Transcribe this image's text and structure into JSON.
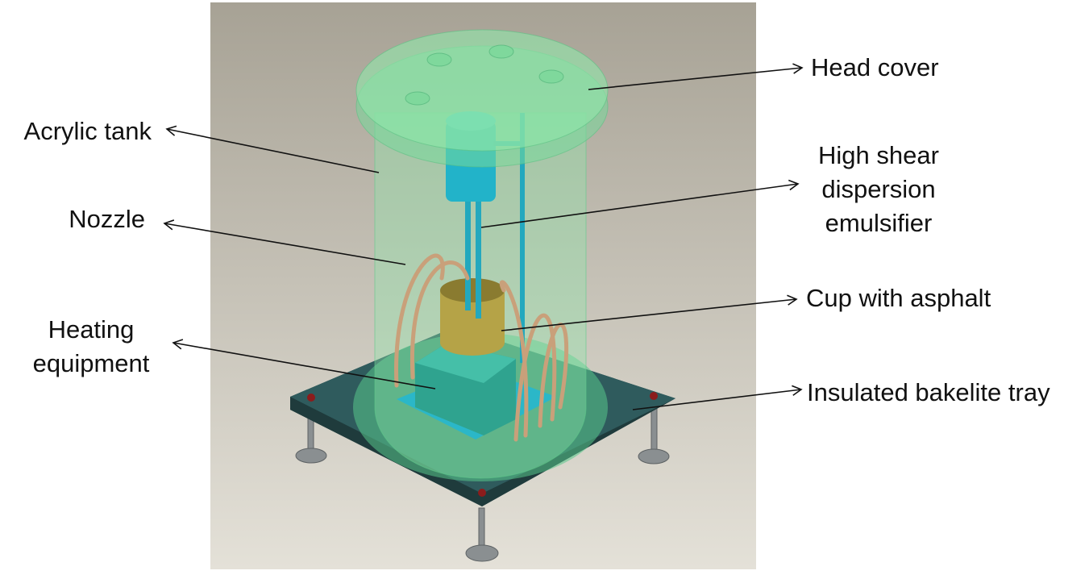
{
  "labels": {
    "head_cover": "Head cover",
    "acrylic_tank": "Acrylic tank",
    "high_shear": [
      "High shear",
      "dispersion",
      "emulsifier"
    ],
    "nozzle": "Nozzle",
    "cup_with_asphalt": "Cup with asphalt",
    "heating_equipment": [
      "Heating",
      "equipment"
    ],
    "insulated_tray": "Insulated bakelite tray"
  },
  "colors": {
    "background_top": "#a9a498",
    "background_bottom": "#e2dfd6",
    "acrylic": "#6fdc95",
    "emulsifier": "#22b3c9",
    "cup": "#b5a347",
    "heater": "#2fa38f",
    "tray": "#2f5b5d",
    "nozzle": "#c9a07a"
  }
}
